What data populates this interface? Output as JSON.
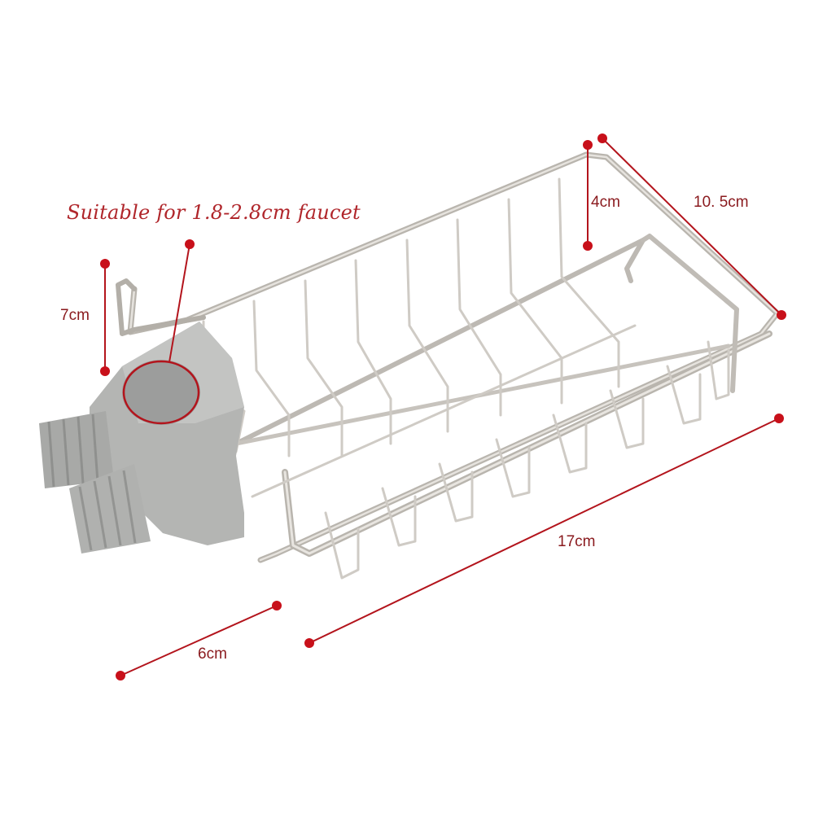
{
  "product": {
    "description": "Stainless steel wire sink caddy basket with grey plastic faucet clamp, shown with red dimension callouts",
    "colors": {
      "dimension_line": "#b3141c",
      "dimension_text": "#8a1a1e",
      "caption_text": "#b0262b",
      "wire": "#c9c5bf",
      "clamp": "#a9aaa8",
      "background": "#ffffff"
    }
  },
  "caption": {
    "text": "Suitable for 1.8-2.8cm faucet"
  },
  "dimensions": {
    "clamp_height": "7cm",
    "basket_height": "4cm",
    "basket_width": "10. 5cm",
    "basket_length": "17cm",
    "clamp_depth": "6cm"
  }
}
